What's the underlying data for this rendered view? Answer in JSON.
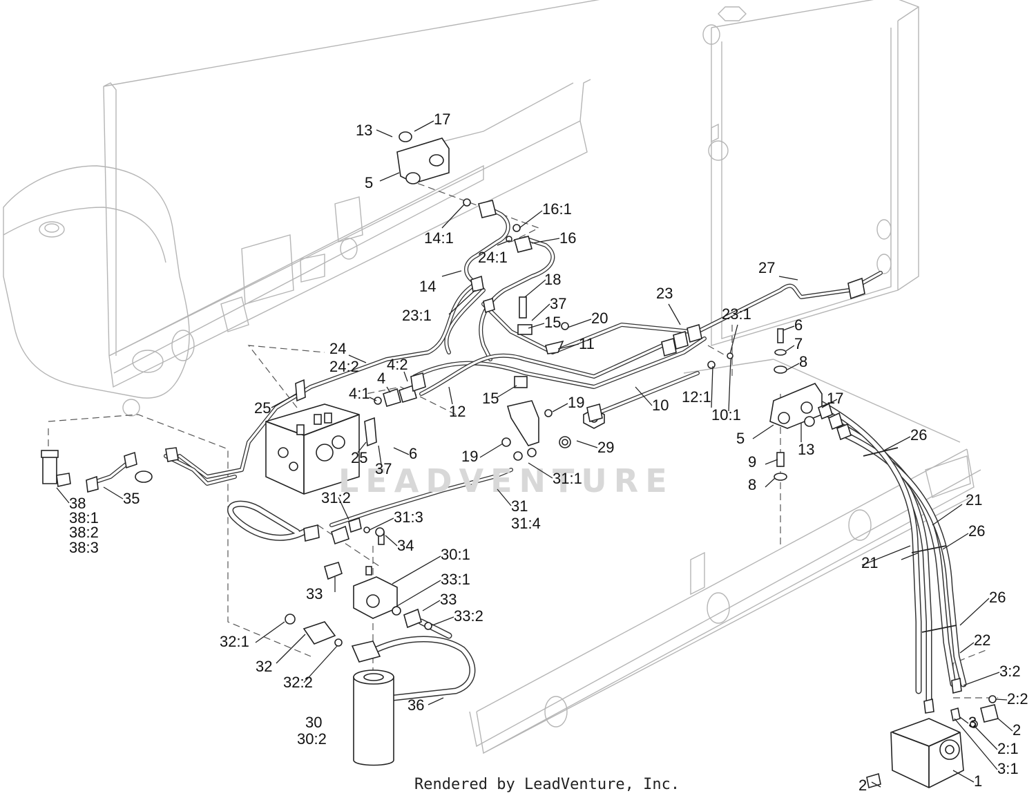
{
  "footer": {
    "text": "Rendered by LeadVenture, Inc."
  },
  "watermark": {
    "text": "LEADVENTURE"
  },
  "labels": [
    "13",
    "17",
    "5",
    "14:1",
    "16:1",
    "16",
    "24:1",
    "14",
    "23:1",
    "18",
    "37",
    "15",
    "20",
    "11",
    "23",
    "27",
    "23:1",
    "6",
    "7",
    "8",
    "24",
    "24:2",
    "4:2",
    "4",
    "4:1",
    "12",
    "15",
    "19",
    "10",
    "12:1",
    "10:1",
    "17",
    "5",
    "13",
    "25",
    "25",
    "37",
    "6",
    "19",
    "29",
    "26",
    "9",
    "8",
    "38",
    "38:1",
    "38:2",
    "38:3",
    "35",
    "31:1",
    "31:2",
    "31:3",
    "31",
    "31:4",
    "34",
    "21",
    "26",
    "21",
    "30:1",
    "33:1",
    "33",
    "33",
    "33:2",
    "26",
    "22",
    "32:1",
    "32",
    "32:2",
    "36",
    "3:2",
    "2:2",
    "3",
    "2",
    "2:1",
    "3:1",
    "30",
    "30:2",
    "2",
    "1"
  ],
  "colors": {
    "line": "#222222",
    "faint": "#b5b5b5",
    "watermark": "#d8d8d8",
    "background": "#ffffff"
  }
}
